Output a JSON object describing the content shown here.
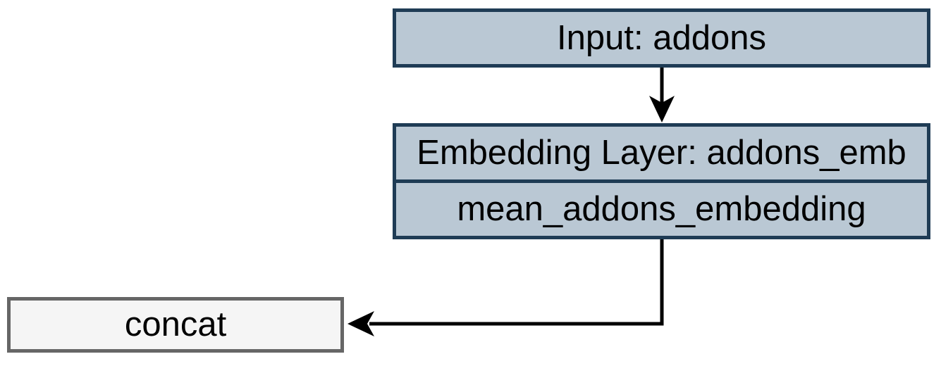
{
  "diagram": {
    "nodes": {
      "input": {
        "label": "Input: addons"
      },
      "embedding": {
        "title": "Embedding Layer: addons_emb",
        "subtitle": "mean_addons_embedding"
      },
      "concat": {
        "label": "concat"
      }
    },
    "edges": [
      {
        "from": "input",
        "to": "embedding",
        "style": "straight-down-arrow"
      },
      {
        "from": "embedding",
        "to": "concat",
        "style": "elbow-left-arrow"
      }
    ],
    "colors": {
      "node_fill": "#bac8d4",
      "node_stroke": "#1f3c55",
      "concat_fill": "#f5f5f5",
      "concat_stroke": "#666666",
      "arrow": "#000000",
      "background": "#ffffff",
      "text": "#000000"
    }
  }
}
